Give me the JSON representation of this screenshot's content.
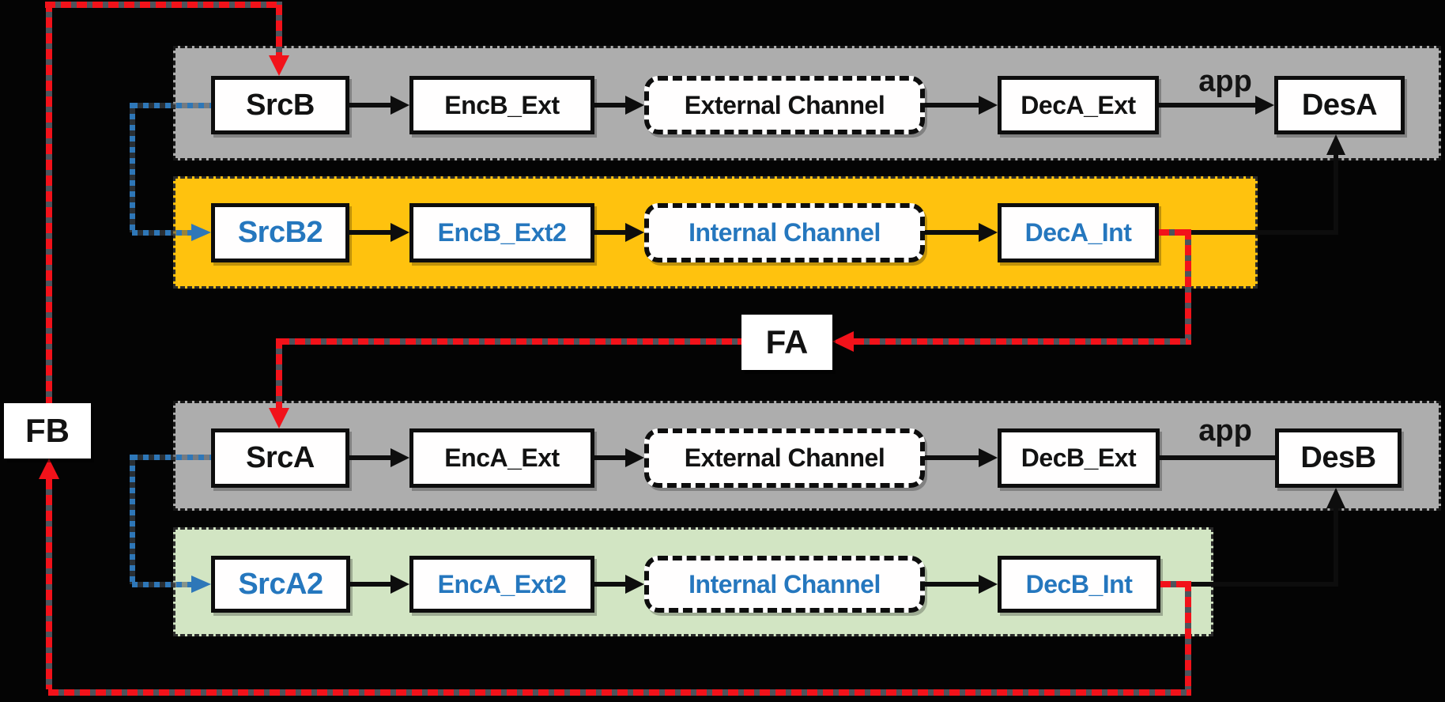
{
  "colors": {
    "background": "#040404",
    "panel_gray": "#adadad",
    "panel_yellow": "#ffc20e",
    "panel_green": "#d2e5c3",
    "box_fill": "#ffffff",
    "text_black": "#121212",
    "text_blue": "#2577be",
    "feedback_red": "#f2121a",
    "link_blue": "#2e77b8"
  },
  "flow_b_external": {
    "src": "SrcB",
    "enc": "EncB_Ext",
    "channel": "External Channel",
    "dec": "DecA_Ext",
    "app": "app",
    "des": "DesA"
  },
  "flow_b_internal": {
    "src": "SrcB2",
    "enc": "EncB_Ext2",
    "channel": "Internal Channel",
    "dec": "DecA_Int"
  },
  "flow_a_external": {
    "src": "SrcA",
    "enc": "EncA_Ext",
    "channel": "External Channel",
    "dec": "DecB_Ext",
    "app": "app",
    "des": "DesB"
  },
  "flow_a_internal": {
    "src": "SrcA2",
    "enc": "EncA_Ext2",
    "channel": "Internal Channel",
    "dec": "DecB_Int"
  },
  "feedback": {
    "fa": "FA",
    "fb": "FB"
  }
}
